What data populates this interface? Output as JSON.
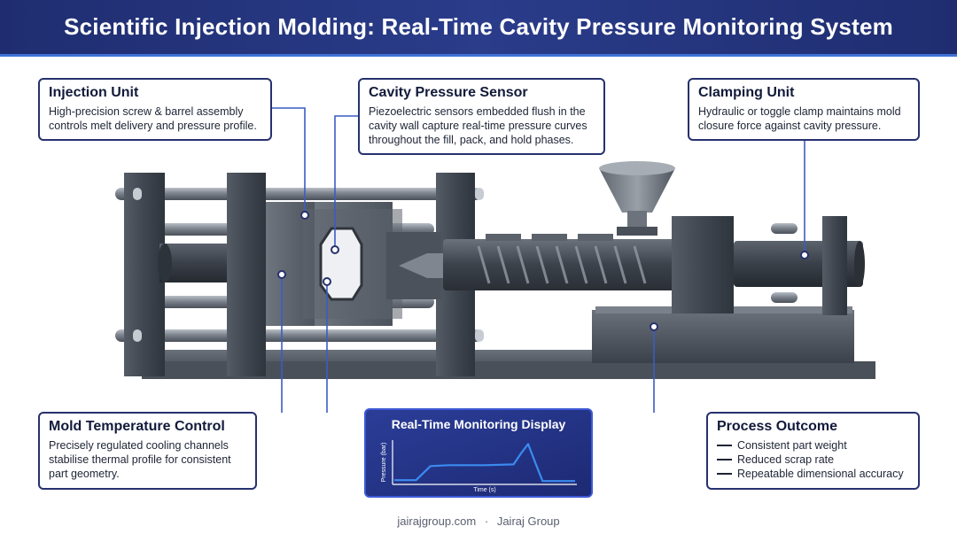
{
  "title": "Scientific Injection Molding: Real-Time Cavity Pressure Monitoring System",
  "callouts": {
    "injection_unit": {
      "title": "Injection Unit",
      "text": "High-precision screw & barrel assembly controls melt delivery and pressure profile."
    },
    "cavity_pressure_sensor": {
      "title": "Cavity Pressure Sensor",
      "text": "Piezoelectric sensors embedded flush in the cavity wall capture real-time pressure curves throughout the fill, pack, and hold phases."
    },
    "clamping_unit": {
      "title": "Clamping Unit",
      "text": "Hydraulic or toggle clamp maintains mold closure force against cavity pressure."
    },
    "mold_temperature_control": {
      "title": "Mold Temperature Control",
      "text": "Precisely regulated cooling channels stabilise thermal profile for consistent part geometry."
    },
    "process_outcome": {
      "title": "Process Outcome",
      "items": [
        "Consistent part weight",
        "Reduced scrap rate",
        "Repeatable dimensional accuracy"
      ]
    }
  },
  "display": {
    "title": "Real-Time Monitoring Display",
    "xlabel": "Time (s)",
    "ylabel": "Pressure (bar)"
  },
  "chart_data": {
    "type": "line",
    "title": "Real-Time Monitoring Display",
    "xlabel": "Time (s)",
    "ylabel": "Pressure (bar)",
    "x": [
      0,
      0.12,
      0.2,
      0.3,
      0.5,
      0.66,
      0.7,
      0.74,
      0.78,
      0.82,
      1.0
    ],
    "y": [
      0.08,
      0.08,
      0.42,
      0.44,
      0.44,
      0.46,
      0.72,
      0.95,
      0.5,
      0.06,
      0.06
    ],
    "xlim": [
      0,
      1
    ],
    "ylim": [
      0,
      1
    ],
    "grid": false,
    "colors": {
      "line": "#3b8bf0",
      "axis": "#ffffff"
    }
  },
  "footer": {
    "domain": "jairajgroup.com",
    "separator": "·",
    "brand": "Jairaj Group"
  },
  "colors": {
    "header_bg": "#26367e",
    "header_accent": "#3f72d6",
    "callout_border": "#26316e",
    "leader_line": "#3b5cc4",
    "machine_dark": "#3e4550",
    "machine_mid": "#5a616b",
    "machine_light": "#8f959e"
  }
}
